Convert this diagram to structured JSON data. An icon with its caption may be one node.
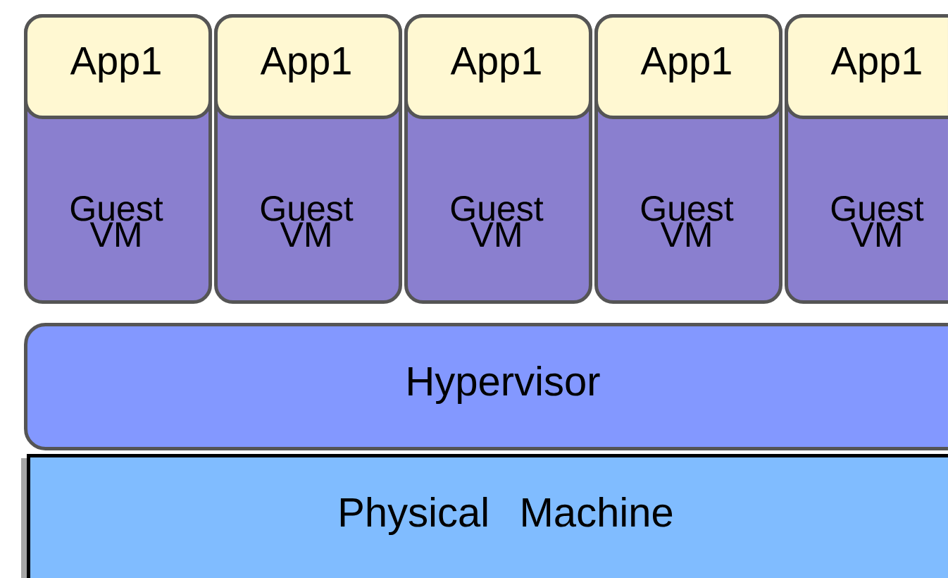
{
  "diagram": {
    "nodes": [
      {
        "text": [
          "Guest VM"
        ]
      },
      {
        "text": [
          "App1"
        ],
        "in": 0
      },
      {
        "text": [
          "Guest VM"
        ]
      },
      {
        "text": [
          "App1"
        ],
        "in": 2
      },
      {
        "text": [
          "Guest VM"
        ]
      },
      {
        "text": [
          "App1"
        ],
        "in": 4
      },
      {
        "text": [
          "Guest VM"
        ]
      },
      {
        "text": [
          "App1"
        ],
        "in": 6
      },
      {
        "text": [
          "Guest VM"
        ]
      },
      {
        "text": [
          "App1"
        ],
        "in": 8
      },
      {
        "text": [
          "Hypervisor"
        ]
      },
      {
        "text": [
          "Physical Machine"
        ]
      }
    ]
  }
}
